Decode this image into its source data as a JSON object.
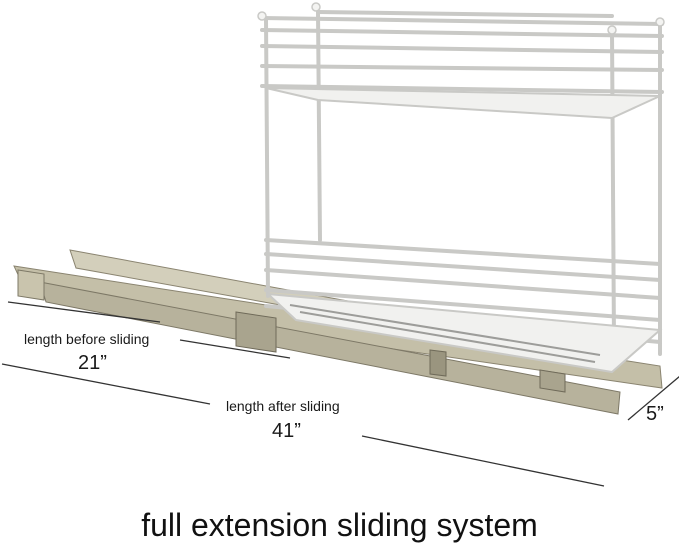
{
  "labels": {
    "length_before": "length before sliding",
    "length_before_value": "21”",
    "length_after": "length after sliding",
    "length_after_value": "41”",
    "depth_value": "5”"
  },
  "caption": "full extension sliding system",
  "colors": {
    "rack": "#f4f4f2",
    "rack_outline": "#c9c9c6",
    "rail": "#b7b29c",
    "rail_dark": "#8a8470",
    "dimension_line": "#333333"
  }
}
